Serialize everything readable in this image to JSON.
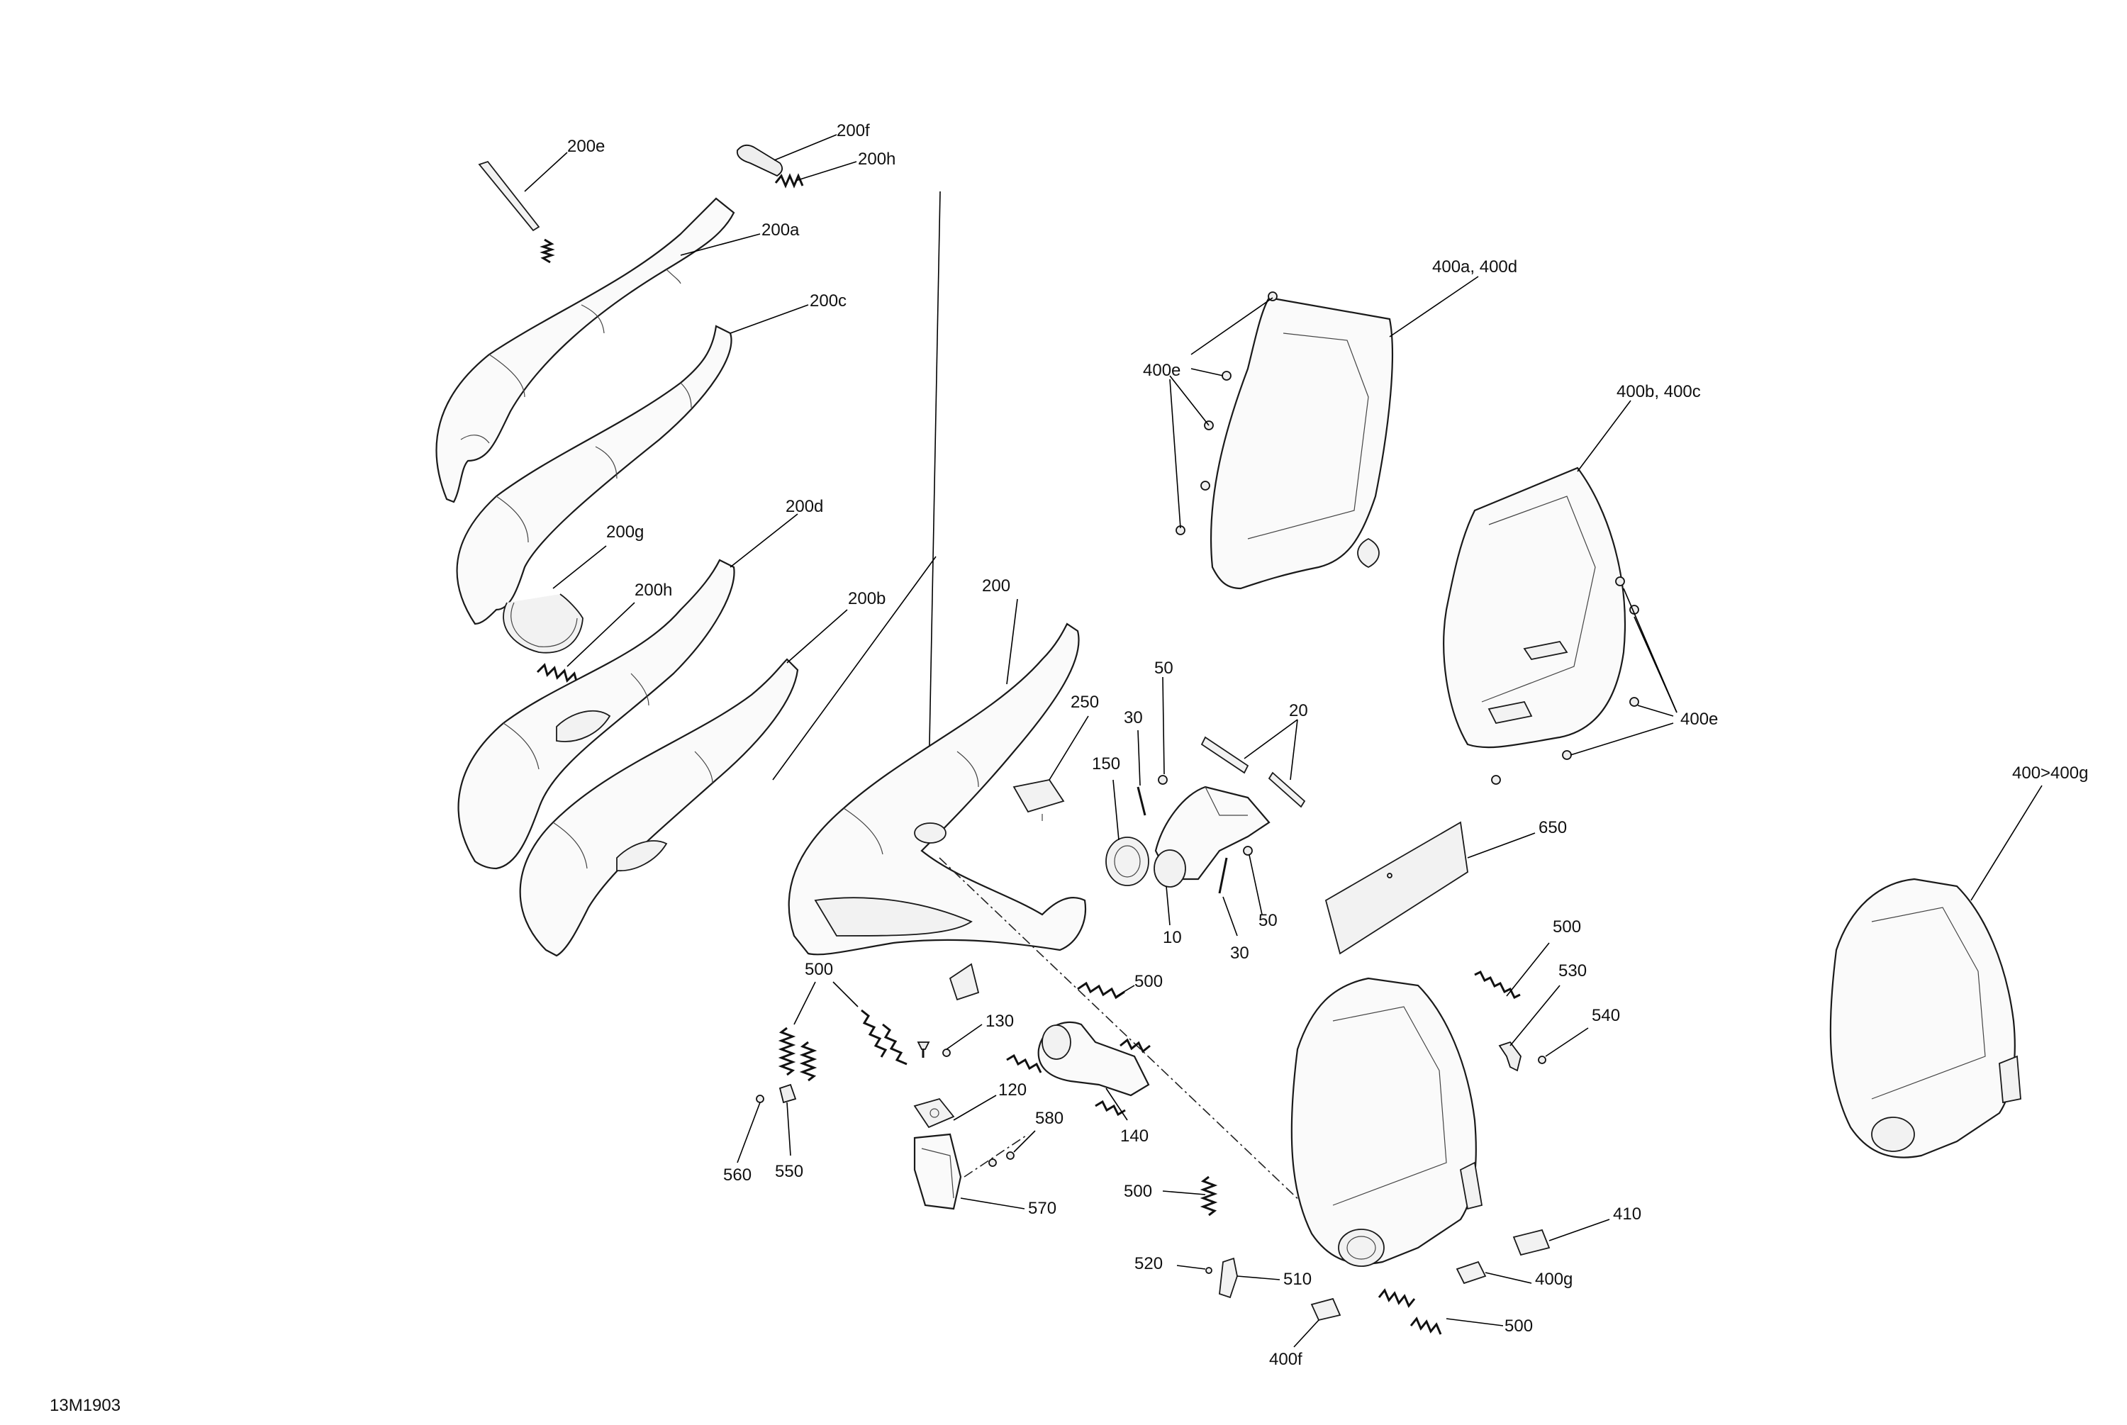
{
  "diagram_id": "13M1903",
  "labels": {
    "l_200e": "200e",
    "l_200f": "200f",
    "l_200h_top": "200h",
    "l_200a": "200a",
    "l_200c": "200c",
    "l_200g": "200g",
    "l_200d": "200d",
    "l_200h_mid": "200h",
    "l_200b": "200b",
    "l_200": "200",
    "l_250": "250",
    "l_150": "150",
    "l_30_top": "30",
    "l_50_top": "50",
    "l_20": "20",
    "l_10": "10",
    "l_30_bot": "30",
    "l_50_bot": "50",
    "l_400ad": "400a, 400d",
    "l_400e_left": "400e",
    "l_400bc": "400b, 400c",
    "l_400e_right": "400e",
    "l_400_400g": "400>400g",
    "l_650": "650",
    "l_500_a": "500",
    "l_500_b": "500",
    "l_500_c": "500",
    "l_500_d": "500",
    "l_500_e": "500",
    "l_130": "130",
    "l_120": "120",
    "l_580": "580",
    "l_140": "140",
    "l_560": "560",
    "l_550": "550",
    "l_570": "570",
    "l_530": "530",
    "l_540": "540",
    "l_410": "410",
    "l_400g": "400g",
    "l_520": "520",
    "l_510": "510",
    "l_400f": "400f"
  }
}
